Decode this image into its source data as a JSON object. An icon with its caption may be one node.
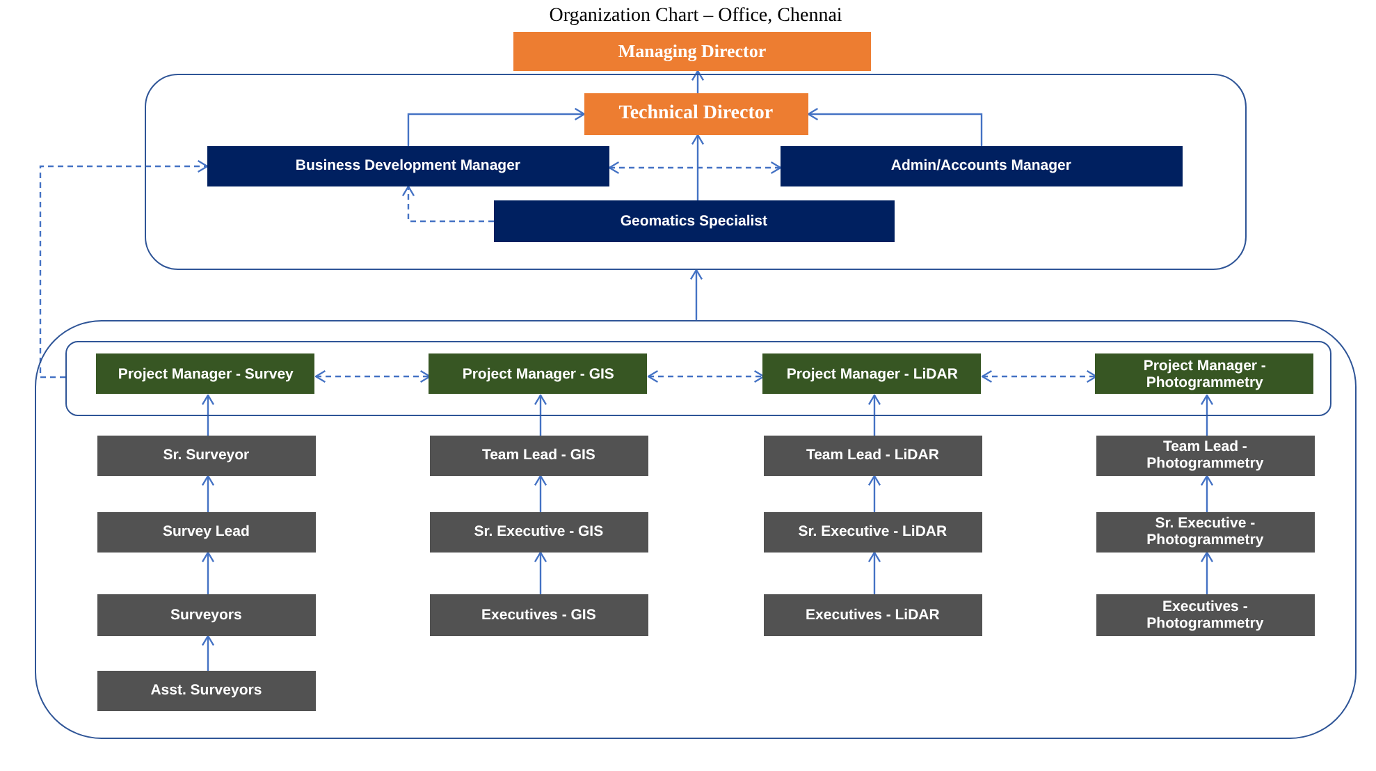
{
  "diagram": {
    "title": "Organization Chart – Office, Chennai",
    "nodes": [
      {
        "text": [
          "Managing Director"
        ]
      },
      {
        "text": [],
        "shape": "box"
      },
      {
        "text": [
          "Technical Director"
        ],
        "in": 1
      },
      {
        "text": [
          "Business Development Manager"
        ],
        "in": 1
      },
      {
        "text": [
          "Admin/Accounts Manager"
        ],
        "in": 1
      },
      {
        "text": [
          "Geomatics Specialist"
        ],
        "in": 1
      },
      {
        "text": [],
        "shape": "box"
      },
      {
        "text": [],
        "shape": "box",
        "in": 6
      },
      {
        "text": [
          "Project Manager - Survey"
        ],
        "in": 7
      },
      {
        "text": [
          "Project Manager - GIS"
        ],
        "in": 7
      },
      {
        "text": [
          "Project Manager - LiDAR"
        ],
        "in": 7
      },
      {
        "text": [
          "Project Manager - Photogrammetry"
        ],
        "in": 7
      },
      {
        "text": [
          "Sr. Surveyor"
        ],
        "in": 6
      },
      {
        "text": [
          "Survey Lead"
        ],
        "in": 6
      },
      {
        "text": [
          "Surveyors"
        ],
        "in": 6
      },
      {
        "text": [
          "Asst. Surveyors"
        ],
        "in": 6
      },
      {
        "text": [
          "Team Lead - GIS"
        ],
        "in": 6
      },
      {
        "text": [
          "Sr. Executive - GIS"
        ],
        "in": 6
      },
      {
        "text": [
          "Executives - GIS"
        ],
        "in": 6
      },
      {
        "text": [
          "Team Lead - LiDAR"
        ],
        "in": 6
      },
      {
        "text": [
          "Sr. Executive - LiDAR"
        ],
        "in": 6
      },
      {
        "text": [
          "Executives - LiDAR"
        ],
        "in": 6
      },
      {
        "text": [
          "Team Lead - Photogrammetry"
        ],
        "in": 6
      },
      {
        "text": [
          "Sr. Executive - Photogrammetry"
        ],
        "in": 6
      },
      {
        "text": [
          "Executives - Photogrammetry"
        ],
        "in": 6
      }
    ],
    "edges": [
      {
        "from": 2,
        "to": 0,
        "arrow": "to"
      },
      {
        "from": 3,
        "to": 2,
        "arrow": "to"
      },
      {
        "from": 4,
        "to": 2,
        "arrow": "to"
      },
      {
        "from": 5,
        "to": 2,
        "arrow": "to"
      },
      {
        "from": 3,
        "to": 4,
        "arrow": "both",
        "style": "dashed"
      },
      {
        "from": 5,
        "to": 3,
        "arrow": "to",
        "style": "dashed"
      },
      {
        "from": 6,
        "to": 1,
        "arrow": "to"
      },
      {
        "from": 7,
        "to": 3,
        "arrow": "to",
        "style": "dashed"
      },
      {
        "from": 8,
        "to": 9,
        "arrow": "both",
        "style": "dashed"
      },
      {
        "from": 9,
        "to": 10,
        "arrow": "both",
        "style": "dashed"
      },
      {
        "from": 10,
        "to": 11,
        "arrow": "both",
        "style": "dashed"
      },
      {
        "from": 12,
        "to": 8,
        "arrow": "to"
      },
      {
        "from": 13,
        "to": 12,
        "arrow": "to"
      },
      {
        "from": 14,
        "to": 13,
        "arrow": "to"
      },
      {
        "from": 15,
        "to": 14,
        "arrow": "to"
      },
      {
        "from": 16,
        "to": 9,
        "arrow": "to"
      },
      {
        "from": 17,
        "to": 16,
        "arrow": "to"
      },
      {
        "from": 18,
        "to": 17,
        "arrow": "to"
      },
      {
        "from": 19,
        "to": 10,
        "arrow": "to"
      },
      {
        "from": 20,
        "to": 19,
        "arrow": "to"
      },
      {
        "from": 21,
        "to": 20,
        "arrow": "to"
      },
      {
        "from": 22,
        "to": 11,
        "arrow": "to"
      },
      {
        "from": 23,
        "to": 22,
        "arrow": "to"
      },
      {
        "from": 24,
        "to": 23,
        "arrow": "to"
      }
    ]
  }
}
